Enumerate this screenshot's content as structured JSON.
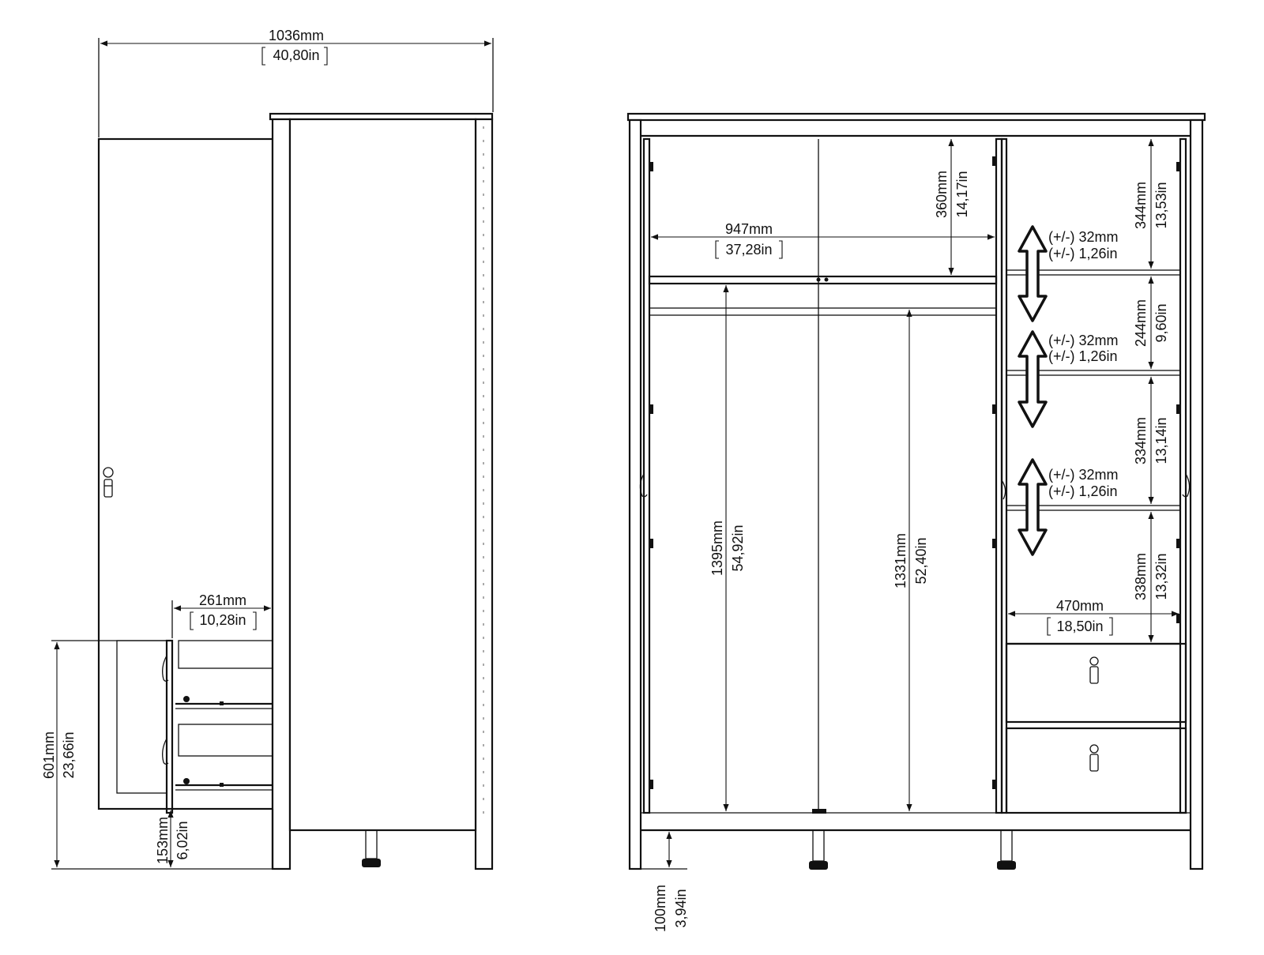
{
  "side_view": {
    "width": {
      "mm": "1036mm",
      "in": "40,80in"
    },
    "drawer_depth": {
      "mm": "261mm",
      "in": "10,28in"
    },
    "drawer_height": {
      "mm": "601mm",
      "in": "23,66in"
    },
    "base_height": {
      "mm": "153mm",
      "in": "6,02in"
    }
  },
  "front_view": {
    "inner_width": {
      "mm": "947mm",
      "in": "37,28in"
    },
    "top_space": {
      "mm": "360mm",
      "in": "14,17in"
    },
    "hanging_left": {
      "mm": "1395mm",
      "in": "54,92in"
    },
    "hanging_right": {
      "mm": "1331mm",
      "in": "52,40in"
    },
    "shelf_width": {
      "mm": "470mm",
      "in": "18,50in"
    },
    "shelf_heights": [
      {
        "mm": "344mm",
        "in": "13,53in"
      },
      {
        "mm": "244mm",
        "in": "9,60in"
      },
      {
        "mm": "334mm",
        "in": "13,14in"
      },
      {
        "mm": "338mm",
        "in": "13,32in"
      }
    ],
    "adjust": [
      {
        "mm": "(+/-) 32mm",
        "in": "(+/-) 1,26in"
      },
      {
        "mm": "(+/-) 32mm",
        "in": "(+/-) 1,26in"
      },
      {
        "mm": "(+/-) 32mm",
        "in": "(+/-) 1,26in"
      }
    ],
    "leg_height": {
      "mm": "100mm",
      "in": "3,94in"
    }
  }
}
